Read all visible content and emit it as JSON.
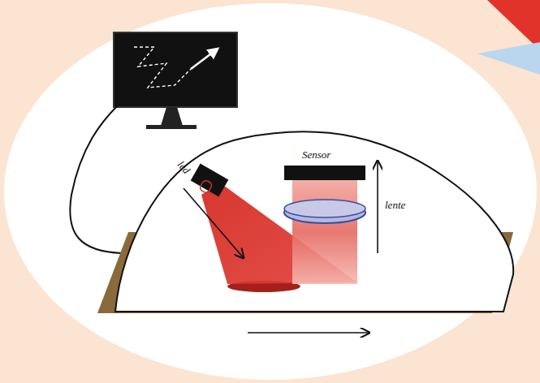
{
  "diagram": {
    "labels": [
      "Sensor",
      "led",
      "lente"
    ]
  }
}
